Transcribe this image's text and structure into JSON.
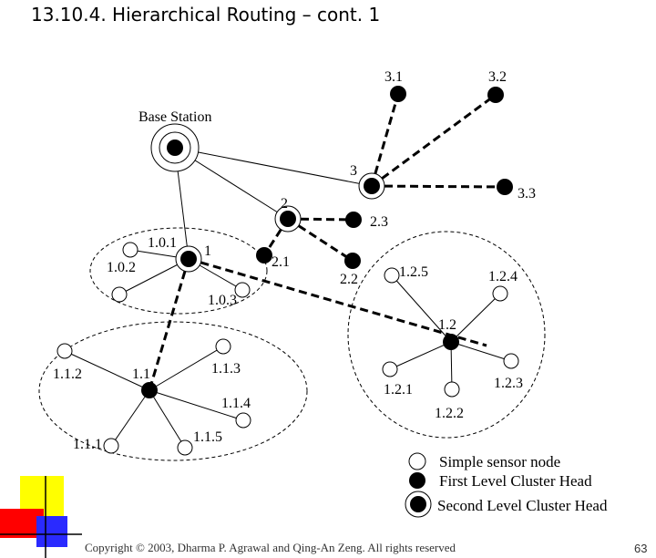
{
  "title": "13.10.4. Hierarchical Routing – cont. 1",
  "base_station_label": "Base Station",
  "labels": {
    "n3_1": "3.1",
    "n3_2": "3.2",
    "n3": "3",
    "n3_3": "3.3",
    "n2": "2",
    "n2_3": "2.3",
    "n2_1": "2.1",
    "n2_2": "2.2",
    "n1": "1",
    "n1_0_1": "1.0.1",
    "n1_0_2": "1.0.2",
    "n1_0_3": "1.0.3",
    "n1_1": "1.1",
    "n1_1_1": "1.1.1",
    "n1_1_2": "1.1.2",
    "n1_1_3": "1.1.3",
    "n1_1_4": "1.1.4",
    "n1_1_5": "1.1.5",
    "n1_2": "1.2",
    "n1_2_1": "1.2.1",
    "n1_2_2": "1.2.2",
    "n1_2_3": "1.2.3",
    "n1_2_4": "1.2.4",
    "n1_2_5": "1.2.5"
  },
  "legend": {
    "simple": "Simple sensor node",
    "first": "First Level Cluster Head",
    "second": "Second Level Cluster Head"
  },
  "footer": "Copyright © 2003, Dharma P. Agrawal and Qing-An Zeng. All rights reserved",
  "page_number": "63",
  "colors": {
    "deco_yellow": "#ffff00",
    "deco_red": "#ff0000",
    "deco_blue": "#2a2aff"
  }
}
